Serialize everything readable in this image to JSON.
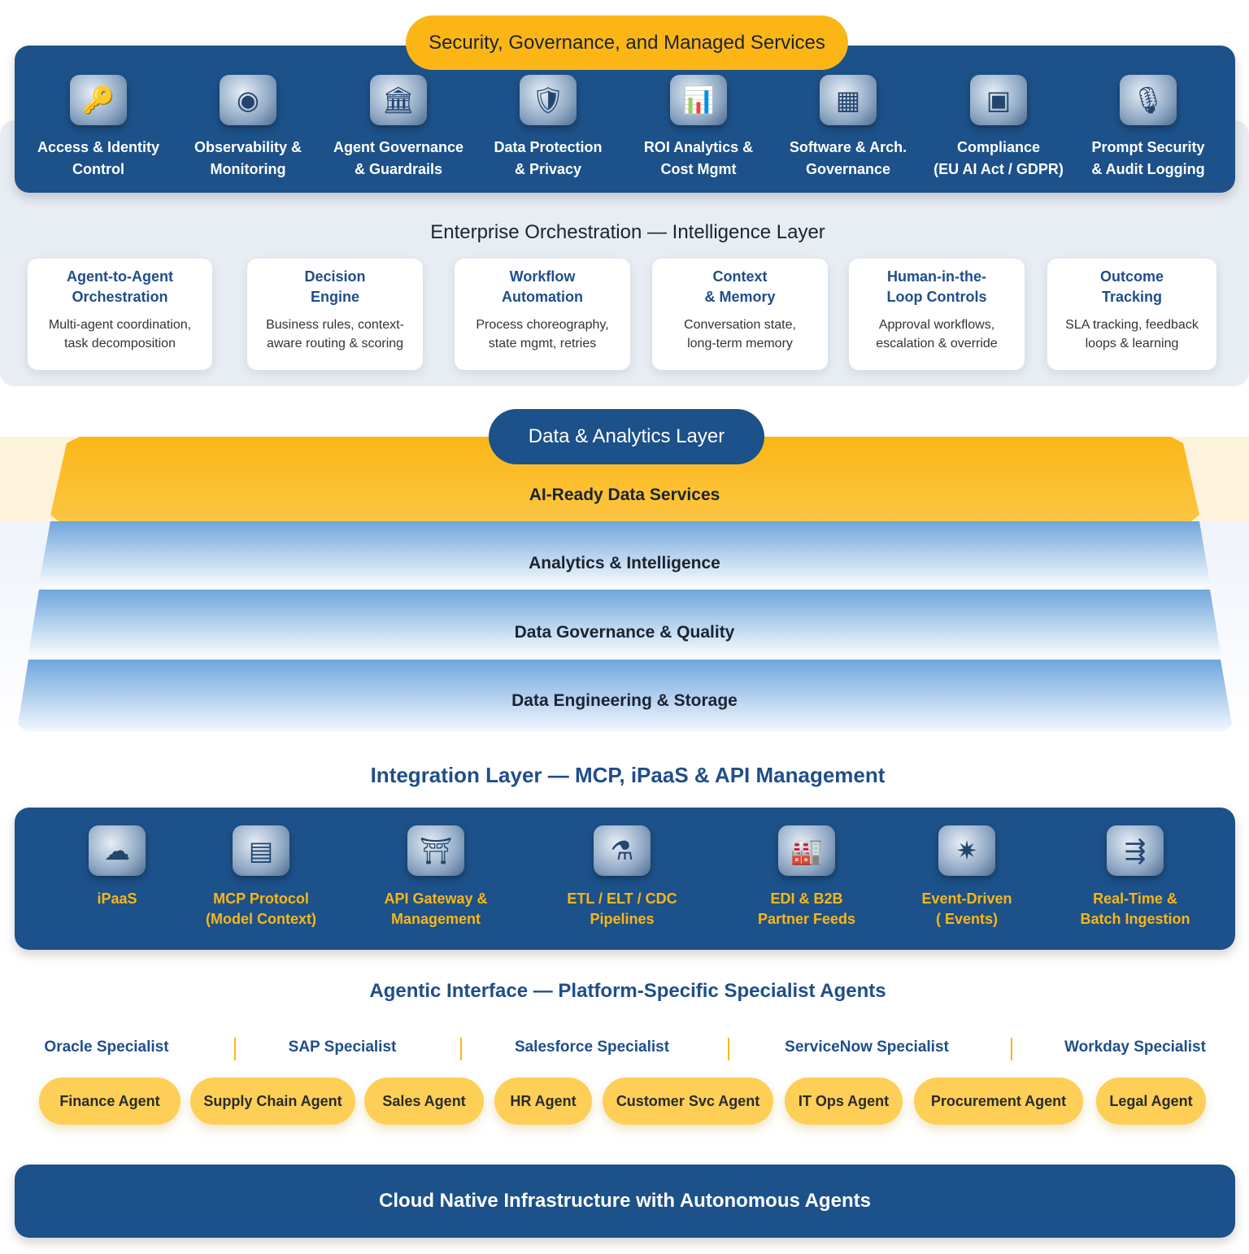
{
  "security": {
    "title": "Security, Governance, and Managed Services",
    "items": [
      {
        "line1": "Access & Identity",
        "line2": "Control",
        "icon": "id-badge-key-icon"
      },
      {
        "line1": "Observability &",
        "line2": "Monitoring",
        "icon": "eye-radar-icon"
      },
      {
        "line1": "Agent Governance",
        "line2": "& Guardrails",
        "icon": "laurel-building-icon"
      },
      {
        "line1": "Data Protection",
        "line2": "& Privacy",
        "icon": "shield-lock-icon"
      },
      {
        "line1": "ROI Analytics &",
        "line2": "Cost Mgmt",
        "icon": "chart-coins-icon"
      },
      {
        "line1": "Software & Arch.",
        "line2": "Governance",
        "icon": "architecture-blocks-icon"
      },
      {
        "line1": "Compliance",
        "line2": "(EU AI Act / GDPR)",
        "icon": "gdpr-chip-icon"
      },
      {
        "line1": "Prompt Security",
        "line2": "& Audit Logging",
        "icon": "microphone-scroll-icon"
      }
    ]
  },
  "orchestration": {
    "title": "Enterprise Orchestration — Intelligence Layer",
    "cards": [
      {
        "t1": "Agent-to-Agent",
        "t2": "Orchestration",
        "d1": "Multi-agent coordination,",
        "d2": "task decomposition"
      },
      {
        "t1": "Decision",
        "t2": "Engine",
        "d1": "Business rules, context-",
        "d2": "aware routing & scoring"
      },
      {
        "t1": "Workflow",
        "t2": "Automation",
        "d1": "Process choreography,",
        "d2": "state mgmt, retries"
      },
      {
        "t1": "Context",
        "t2": "& Memory",
        "d1": "Conversation state,",
        "d2": "long-term memory"
      },
      {
        "t1": "Human-in-the-",
        "t2": "Loop Controls",
        "d1": "Approval workflows,",
        "d2": "escalation & override"
      },
      {
        "t1": "Outcome",
        "t2": "Tracking",
        "d1": "SLA tracking, feedback",
        "d2": "loops & learning"
      }
    ]
  },
  "data": {
    "title": "Data & Analytics Layer",
    "bands": [
      "AI-Ready Data Services",
      "Analytics & Intelligence",
      "Data Governance & Quality",
      "Data Engineering & Storage"
    ]
  },
  "integration": {
    "title": "Integration Layer — MCP, iPaaS & API Management",
    "items": [
      {
        "line1": "iPaaS",
        "line2": "",
        "icon": "cloud-hub-icon"
      },
      {
        "line1": "MCP Protocol",
        "line2": "(Model Context)",
        "icon": "layered-panels-icon"
      },
      {
        "line1": "API Gateway &",
        "line2": "Management",
        "icon": "api-gate-icon"
      },
      {
        "line1": "ETL / ELT / CDC",
        "line2": "Pipelines",
        "icon": "pipeline-tanks-icon"
      },
      {
        "line1": "EDI & B2B",
        "line2": "Partner Feeds",
        "icon": "buildings-factory-icon"
      },
      {
        "line1": "Event-Driven",
        "line2": "( Events)",
        "icon": "event-network-icon"
      },
      {
        "line1": "Real-Time &",
        "line2": "Batch Ingestion",
        "icon": "ingestion-cylinder-icon"
      }
    ]
  },
  "agentic": {
    "title": "Agentic Interface — Platform-Specific Specialist Agents",
    "specialists": [
      "Oracle Specialist",
      "SAP Specialist",
      "Salesforce Specialist",
      "ServiceNow Specialist",
      "Workday Specialist"
    ],
    "agents": [
      "Finance Agent",
      "Supply Chain Agent",
      "Sales Agent",
      "HR Agent",
      "Customer Svc Agent",
      "IT Ops Agent",
      "Procurement Agent",
      "Legal Agent"
    ]
  },
  "footer": {
    "title": "Cloud Native Infrastructure with Autonomous Agents"
  },
  "colors": {
    "navy": "#1c5189",
    "gold": "#fbb616",
    "pill": "#fdcf57",
    "link": "#1f4e8a"
  }
}
